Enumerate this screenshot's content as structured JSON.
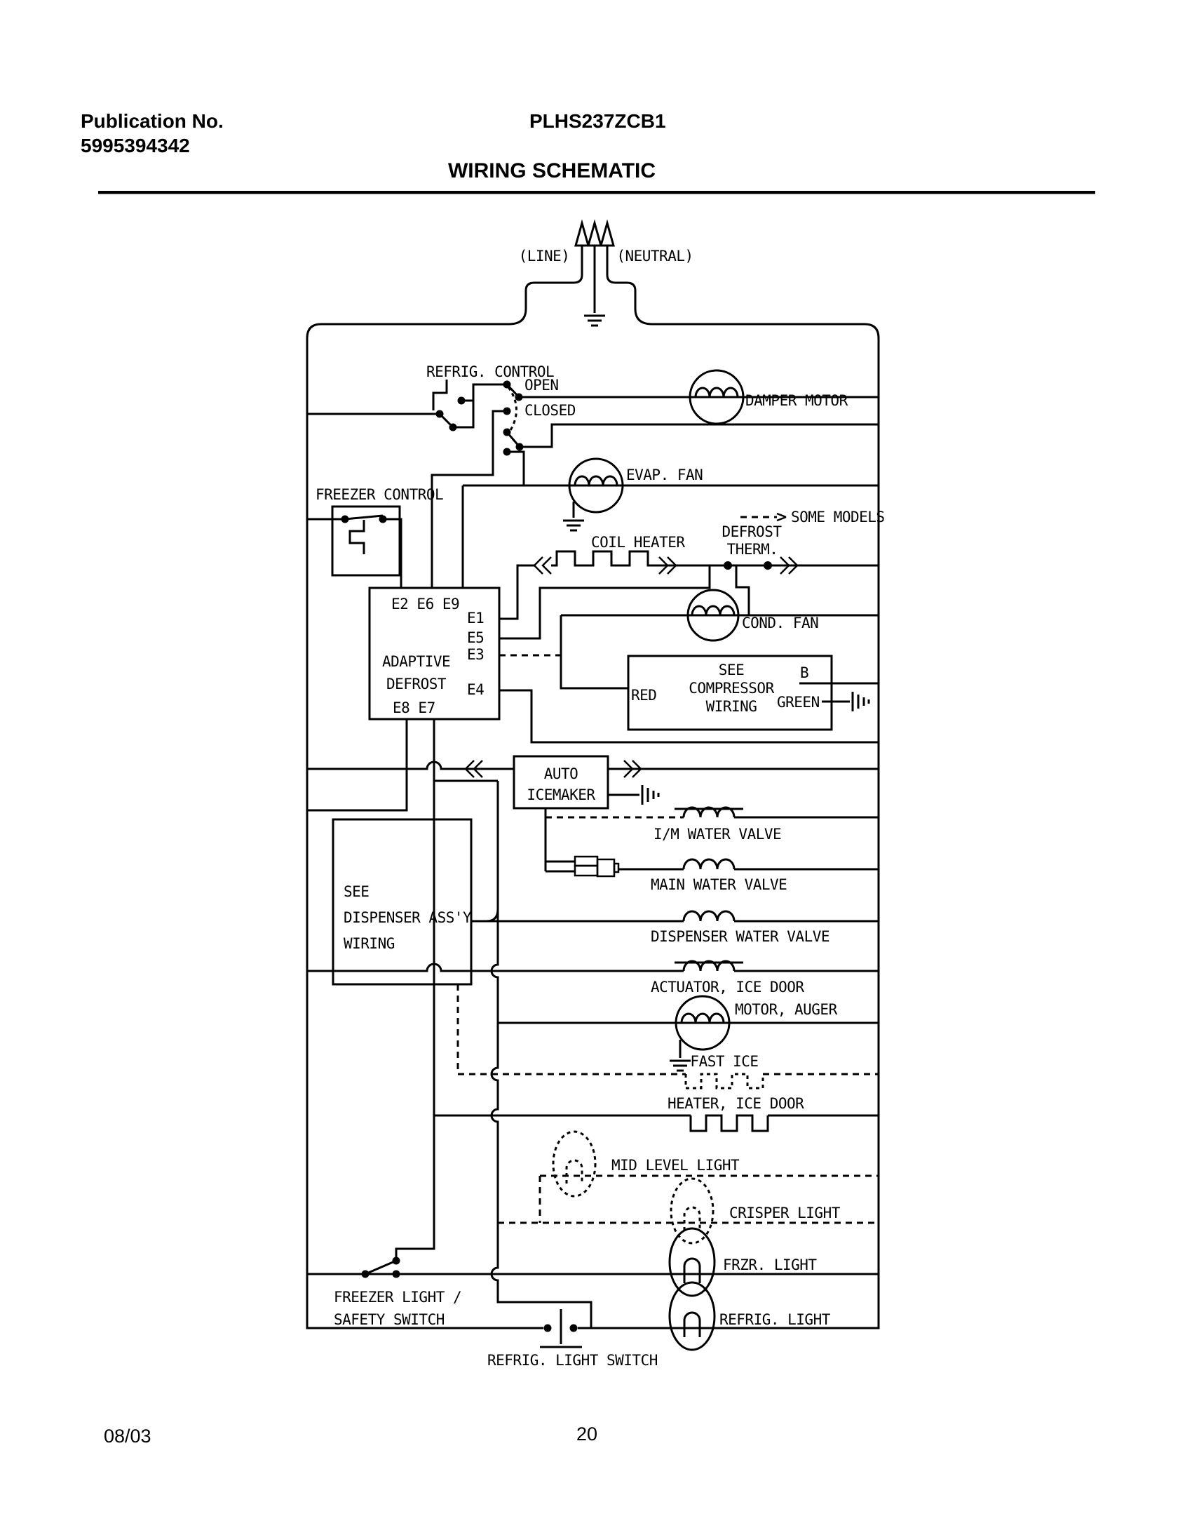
{
  "header": {
    "publication_label": "Publication No.",
    "publication_number": "5995394342",
    "model": "PLHS237ZCB1",
    "title": "WIRING SCHEMATIC"
  },
  "footer": {
    "date": "08/03",
    "page": "20"
  },
  "diagram": {
    "power": {
      "line": "(LINE)",
      "neutral": "(NEUTRAL)"
    },
    "labels": {
      "refrig_control": "REFRIG. CONTROL",
      "open": "OPEN",
      "closed": "CLOSED",
      "damper_motor": "DAMPER MOTOR",
      "evap_fan": "EVAP. FAN",
      "some_models": "SOME MODELS",
      "freezer_control": "FREEZER CONTROL",
      "coil_heater": "COIL HEATER",
      "defrost_l1": "DEFROST",
      "defrost_l2": "THERM.",
      "adaptive_l1": "ADAPTIVE",
      "adaptive_l2": "DEFROST",
      "pins_top": "E2 E6 E9",
      "e1": "E1",
      "e5": "E5",
      "e3": "E3",
      "e4": "E4",
      "pins_bottom": "E8 E7",
      "cond_fan": "COND. FAN",
      "comp_l1": "SEE",
      "comp_l2": "COMPRESSOR",
      "comp_l3": "WIRING",
      "red": "RED",
      "b": "B",
      "green": "GREEN",
      "auto_l1": "AUTO",
      "auto_l2": "ICEMAKER",
      "disp_l1": "SEE",
      "disp_l2": "DISPENSER ASS'Y",
      "disp_l3": "WIRING",
      "im_valve": "I/M WATER VALVE",
      "main_valve": "MAIN WATER VALVE",
      "dispenser_valve": "DISPENSER WATER VALVE",
      "actuator": "ACTUATOR, ICE DOOR",
      "motor_auger": "MOTOR, AUGER",
      "fast_ice": "FAST ICE",
      "heater_ice_door": "HEATER, ICE DOOR",
      "mid_level_light": "MID LEVEL LIGHT",
      "crisper_light": "CRISPER LIGHT",
      "frzr_light": "FRZR. LIGHT",
      "refrig_light": "REFRIG. LIGHT",
      "freezer_switch_l1": "FREEZER LIGHT /",
      "freezer_switch_l2": "SAFETY SWITCH",
      "refrig_light_switch": "REFRIG. LIGHT SWITCH"
    }
  }
}
